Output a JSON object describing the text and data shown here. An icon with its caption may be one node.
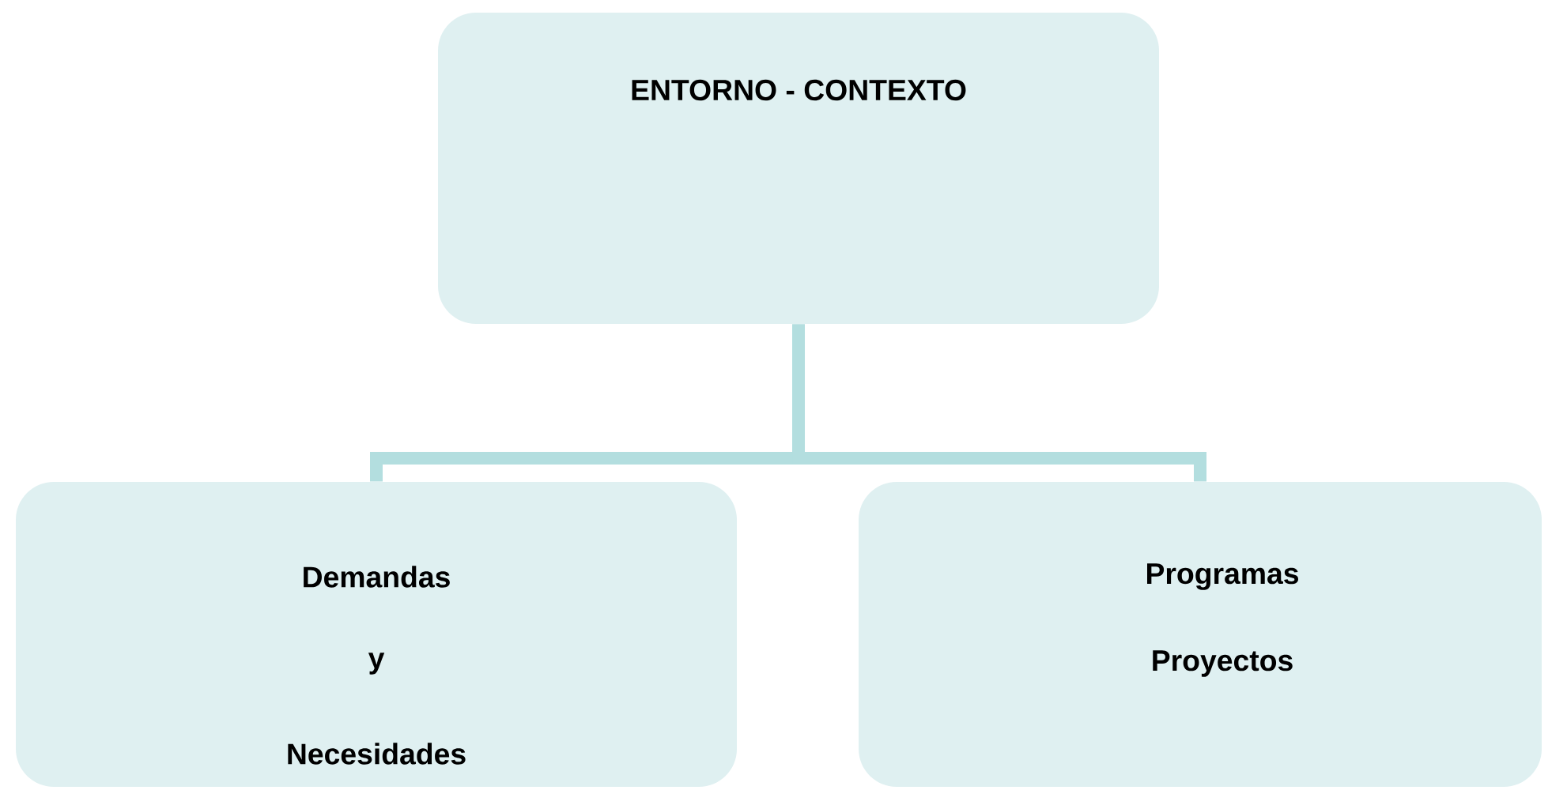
{
  "diagram": {
    "nodes": [
      {
        "text": [
          "ENTORNO - CONTEXTO"
        ]
      },
      {
        "text": [
          "Demandas",
          "y",
          "Necesidades"
        ]
      },
      {
        "text": [
          "Programas",
          "Proyectos"
        ]
      }
    ],
    "edges": [
      {
        "from": 0,
        "to": 1,
        "arrow": "none"
      },
      {
        "from": 0,
        "to": 2,
        "arrow": "none"
      }
    ]
  }
}
